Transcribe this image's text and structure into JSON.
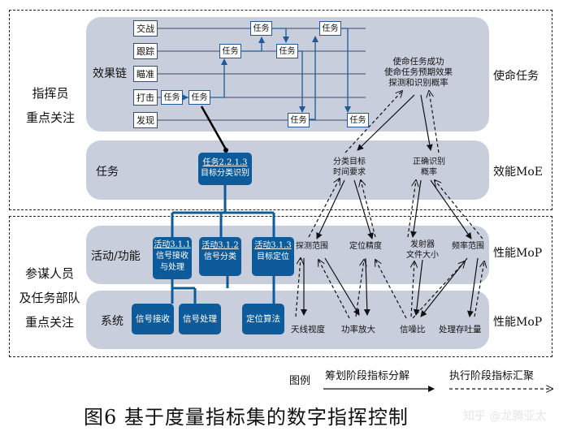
{
  "left": {
    "commander": [
      "指挥员",
      "重点关注"
    ],
    "staff": [
      "参谋人员",
      "及任务部队",
      "重点关注"
    ]
  },
  "right": {
    "mission": "使命任务",
    "moe": "效能MoE",
    "mop1": "性能MoP",
    "mop2": "性能MoP"
  },
  "bands": {
    "effect_chain": "效果链",
    "task": "任务",
    "activity": "活动/功能",
    "system": "系统"
  },
  "chain_rows": [
    "交战",
    "跟踪",
    "瞄准",
    "打击",
    "发现"
  ],
  "task_label": "任务",
  "mission_metrics": [
    "使命任务成功",
    "使命任务预期效果",
    "探测和识别概率"
  ],
  "task_node": [
    "任务2.2.1.3",
    "目标分类识别"
  ],
  "moe_metrics": {
    "classify": [
      "分类目标",
      "时间要求"
    ],
    "recognize": [
      "正确识别",
      "概率"
    ]
  },
  "activities": [
    {
      "title": "活动3.1.1",
      "lines": [
        "信号接收",
        "与处理"
      ]
    },
    {
      "title": "活动3.1.2",
      "lines": [
        "信号分类"
      ]
    },
    {
      "title": "活动3.1.3",
      "lines": [
        "目标定位"
      ]
    }
  ],
  "mop_metrics": [
    "探测范围",
    "定位精度",
    "发射器",
    "文件大小",
    "频率范围"
  ],
  "systems": [
    "信号接收",
    "信号处理",
    "定位算法"
  ],
  "sys_metrics": [
    "天线视度",
    "功率放大",
    "信噪比",
    "处理存吐量"
  ],
  "legend": {
    "title": "图例",
    "solid": "筹划阶段指标分解",
    "dashed": "执行阶段指标汇聚"
  },
  "caption": "图6  基于度量指标集的数字指挥控制",
  "watermark": "知乎 @龙腾亚太"
}
